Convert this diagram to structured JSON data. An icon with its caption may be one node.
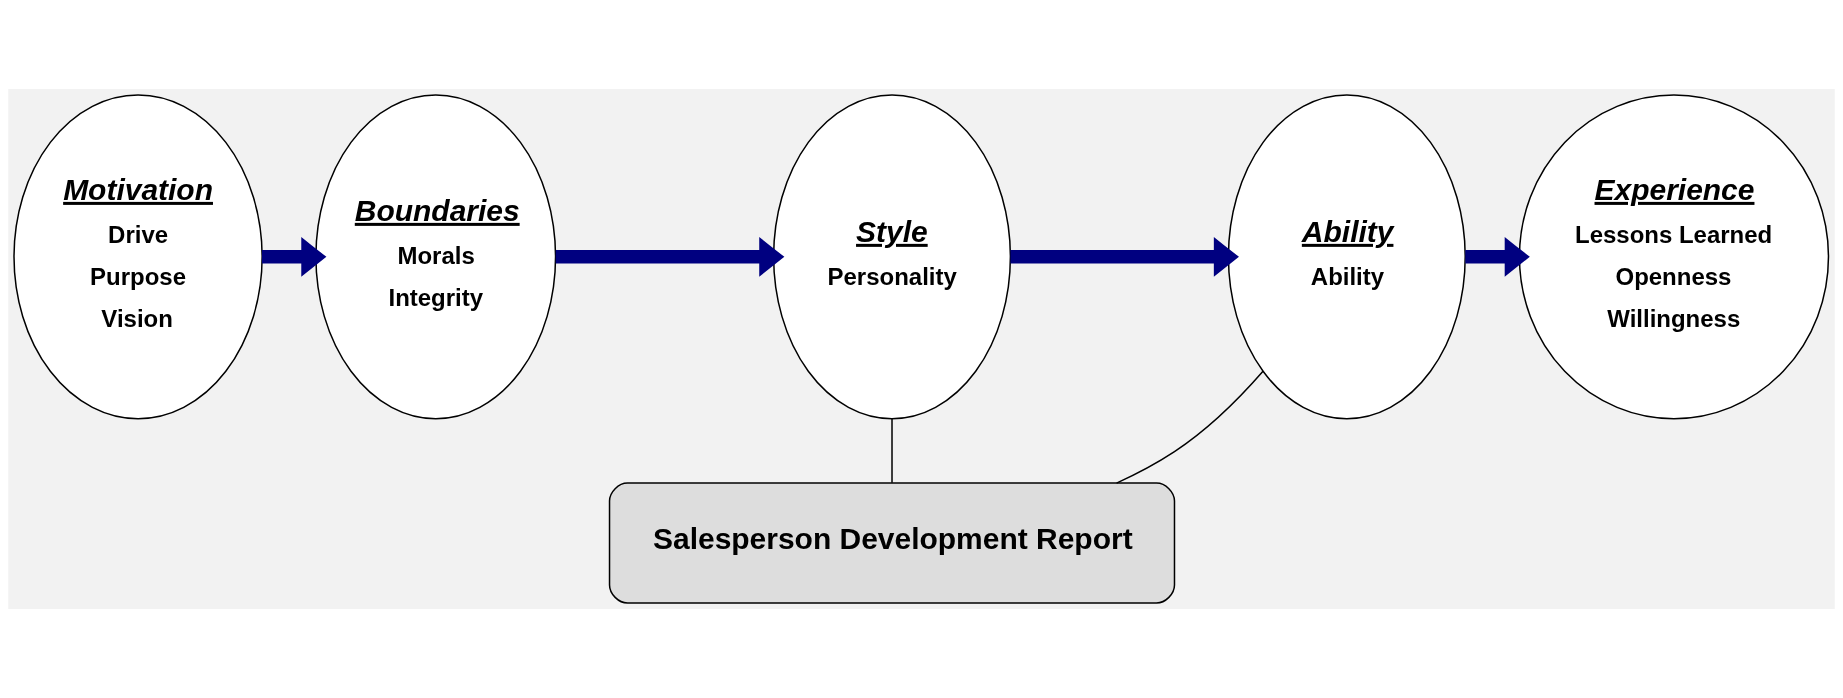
{
  "diagram": {
    "nodes": [
      {
        "text": [
          "Motivation",
          "Drive",
          "Purpose",
          "Vision"
        ]
      },
      {
        "text": [
          "Boundaries",
          "Morals",
          "Integrity"
        ]
      },
      {
        "text": [
          "Style",
          "Personality"
        ]
      },
      {
        "text": [
          "Ability",
          "Ability"
        ]
      },
      {
        "text": [
          "Experience",
          "Lessons Learned",
          "Openness",
          "Willingness"
        ]
      },
      {
        "text": [
          "Salesperson Development Report"
        ]
      }
    ],
    "edges": [
      {
        "from": 0,
        "to": 1,
        "arrow": "to"
      },
      {
        "from": 1,
        "to": 2,
        "arrow": "to"
      },
      {
        "from": 2,
        "to": 3,
        "arrow": "to"
      },
      {
        "from": 3,
        "to": 4,
        "arrow": "to"
      },
      {
        "from": 2,
        "to": 5,
        "arrow": "none",
        "color": "#000000"
      },
      {
        "from": 3,
        "to": 5,
        "arrow": "none",
        "color": "#000000"
      }
    ]
  }
}
